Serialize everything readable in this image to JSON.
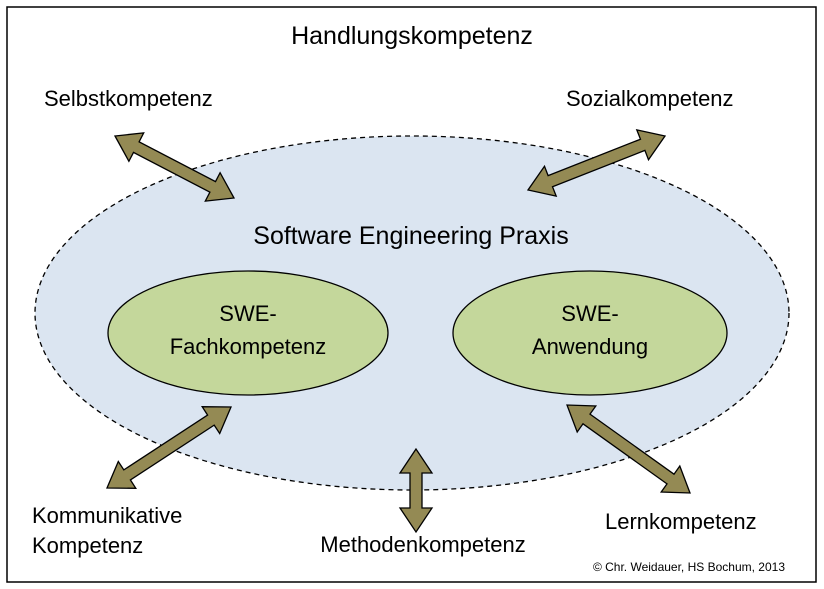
{
  "diagram": {
    "title": "Handlungskompetenz",
    "core_area": "Software Engineering Praxis",
    "inner_left": {
      "line1": "SWE-",
      "line2": "Fachkompetenz"
    },
    "inner_right": {
      "line1": "SWE-",
      "line2": "Anwendung"
    },
    "competencies": {
      "self": "Selbstkompetenz",
      "social": "Sozialkompetenz",
      "communicative": {
        "line1": "Kommunikative",
        "line2": "Kompetenz"
      },
      "method": "Methodenkompetenz",
      "learning": "Lernkompetenz"
    },
    "copyright": "© Chr. Weidauer, HS Bochum, 2013"
  },
  "colors": {
    "frame": "#000000",
    "outer_ellipse_fill": "#dbe5f1",
    "inner_ellipse_fill": "#c4d79b",
    "arrow_fill": "#948a54"
  }
}
